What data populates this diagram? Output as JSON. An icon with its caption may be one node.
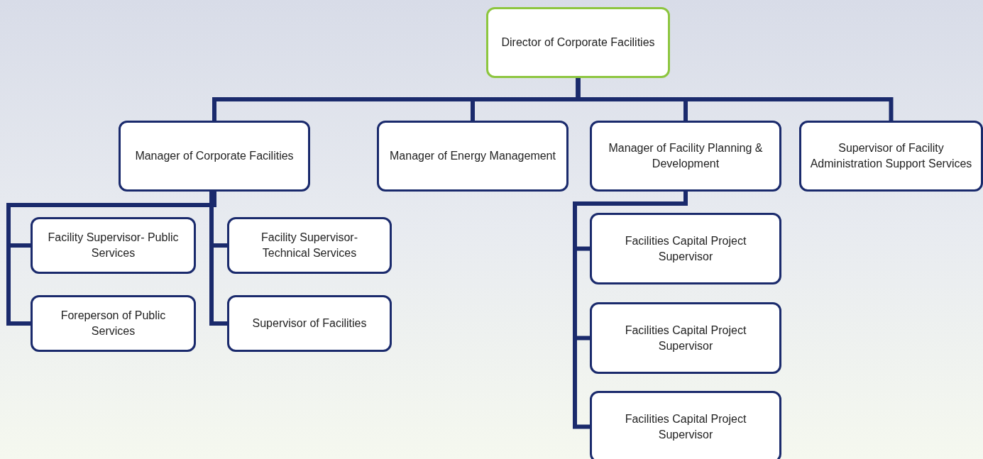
{
  "diagram": {
    "nodes": [
      {
        "text": [
          "Director of Corporate Facilities"
        ]
      },
      {
        "text": [
          "Manager of Corporate Facilities"
        ]
      },
      {
        "text": [
          "Manager of Energy Management"
        ]
      },
      {
        "text": [
          "Manager of Facility Planning & Development"
        ]
      },
      {
        "text": [
          "Supervisor of Facility Administration Support Services"
        ]
      },
      {
        "text": [
          "Facility Supervisor- Public Services"
        ]
      },
      {
        "text": [
          "Foreperson of Public Services"
        ]
      },
      {
        "text": [
          "Facility Supervisor- Technical Services"
        ]
      },
      {
        "text": [
          "Supervisor of Facilities"
        ]
      },
      {
        "text": [
          "Facilities Capital Project Supervisor"
        ]
      },
      {
        "text": [
          "Facilities Capital Project Supervisor"
        ]
      },
      {
        "text": [
          "Facilities Capital Project Supervisor"
        ]
      }
    ],
    "edges": [
      {
        "from": 0,
        "to": 1,
        "arrow": "none"
      },
      {
        "from": 0,
        "to": 2,
        "arrow": "none"
      },
      {
        "from": 0,
        "to": 3,
        "arrow": "none"
      },
      {
        "from": 0,
        "to": 4,
        "arrow": "none"
      },
      {
        "from": 1,
        "to": 5,
        "arrow": "none"
      },
      {
        "from": 1,
        "to": 6,
        "arrow": "none"
      },
      {
        "from": 1,
        "to": 7,
        "arrow": "none"
      },
      {
        "from": 1,
        "to": 8,
        "arrow": "none"
      },
      {
        "from": 3,
        "to": 9,
        "arrow": "none"
      },
      {
        "from": 3,
        "to": 10,
        "arrow": "none"
      },
      {
        "from": 3,
        "to": 11,
        "arrow": "none"
      }
    ]
  }
}
